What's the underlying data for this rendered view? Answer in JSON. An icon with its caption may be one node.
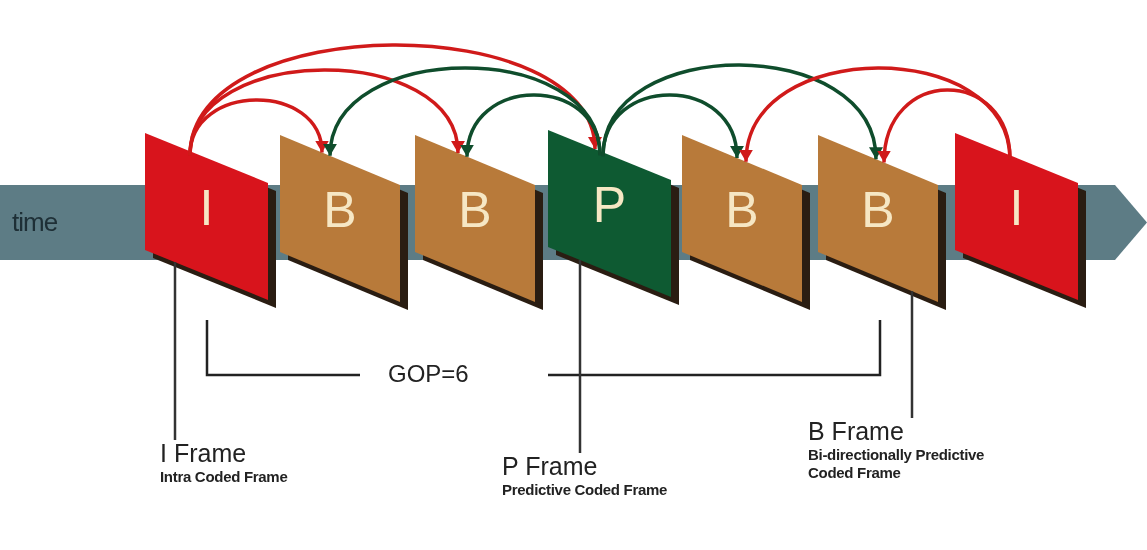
{
  "diagram": {
    "nodes": [
      {
        "text": [
          "time"
        ]
      },
      {
        "text": [
          "I"
        ]
      },
      {
        "text": [
          "B"
        ]
      },
      {
        "text": [
          "B"
        ]
      },
      {
        "text": [
          "P"
        ]
      },
      {
        "text": [
          "B"
        ]
      },
      {
        "text": [
          "B"
        ]
      },
      {
        "text": [
          "I"
        ]
      },
      {
        "text": [
          "I Frame",
          "Intra Coded Frame"
        ]
      },
      {
        "text": [
          "P Frame",
          "Predictive Coded Frame"
        ]
      },
      {
        "text": [
          "B Frame",
          "Bi-directionally Predictive Coded Frame"
        ]
      }
    ],
    "edges": [
      {
        "from": 1,
        "to": 2,
        "arrow": "to"
      },
      {
        "from": 1,
        "to": 3,
        "arrow": "to"
      },
      {
        "from": 1,
        "to": 4,
        "arrow": "to"
      },
      {
        "from": 4,
        "to": 3,
        "arrow": "to",
        "color": "#0f4d2c"
      },
      {
        "from": 4,
        "to": 2,
        "arrow": "to",
        "color": "#0f4d2c"
      },
      {
        "from": 4,
        "to": 5,
        "arrow": "to",
        "color": "#0f4d2c"
      },
      {
        "from": 4,
        "to": 6,
        "arrow": "to",
        "color": "#0f4d2c"
      },
      {
        "from": 7,
        "to": 6,
        "arrow": "to"
      },
      {
        "from": 7,
        "to": 5,
        "arrow": "to"
      },
      {
        "from": 8,
        "to": 1,
        "arrow": "none",
        "color": "#333333"
      },
      {
        "from": 9,
        "to": 4,
        "arrow": "none",
        "color": "#333333"
      },
      {
        "from": 10,
        "to": 6,
        "arrow": "none",
        "color": "#333333"
      }
    ],
    "labels": [
      "GOP=6"
    ]
  }
}
